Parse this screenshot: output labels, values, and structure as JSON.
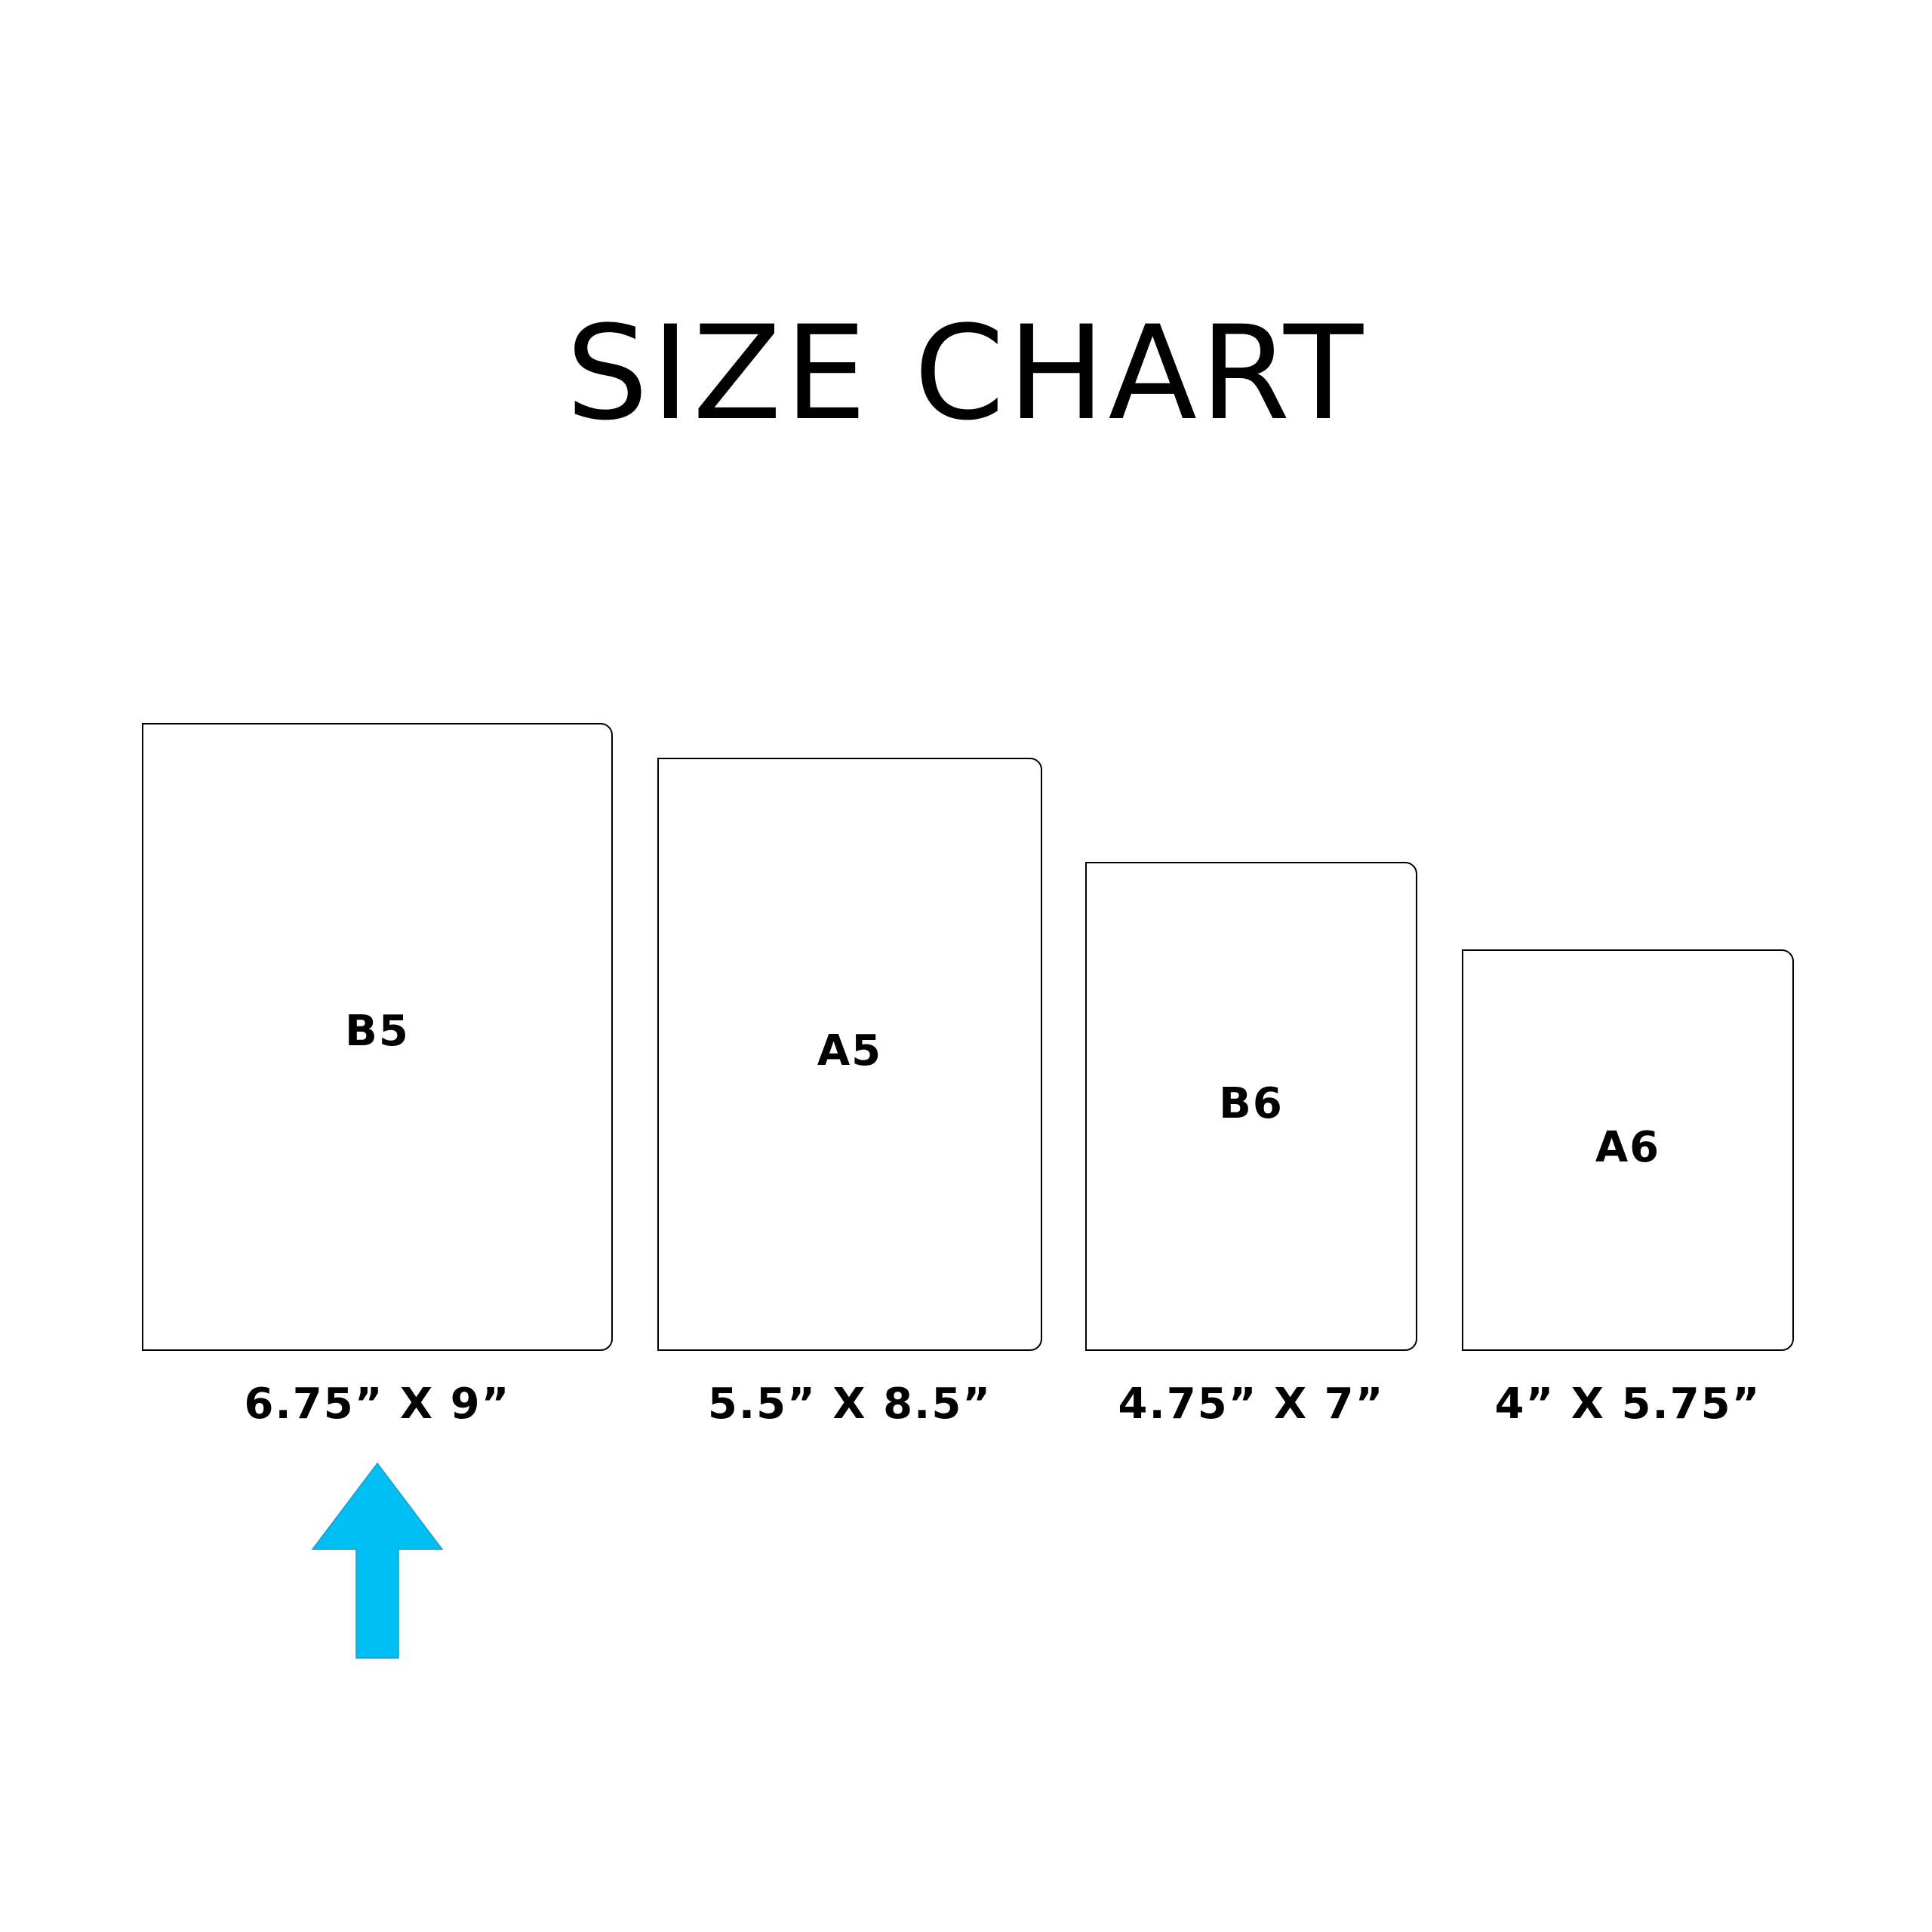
{
  "title": "SIZE CHART",
  "sizes": [
    {
      "name": "B5",
      "dimensions": "6.75” X 9”"
    },
    {
      "name": "A5",
      "dimensions": "5.5” X 8.5”"
    },
    {
      "name": "B6",
      "dimensions": "4.75” X 7”"
    },
    {
      "name": "A6",
      "dimensions": "4” X 5.75”"
    }
  ],
  "highlight": {
    "icon": "up-arrow-icon",
    "color": "#00BFF3",
    "selected_size": "B5"
  },
  "colors": {
    "background": "#FFFFFF",
    "text": "#000000",
    "outline": "#000000"
  }
}
